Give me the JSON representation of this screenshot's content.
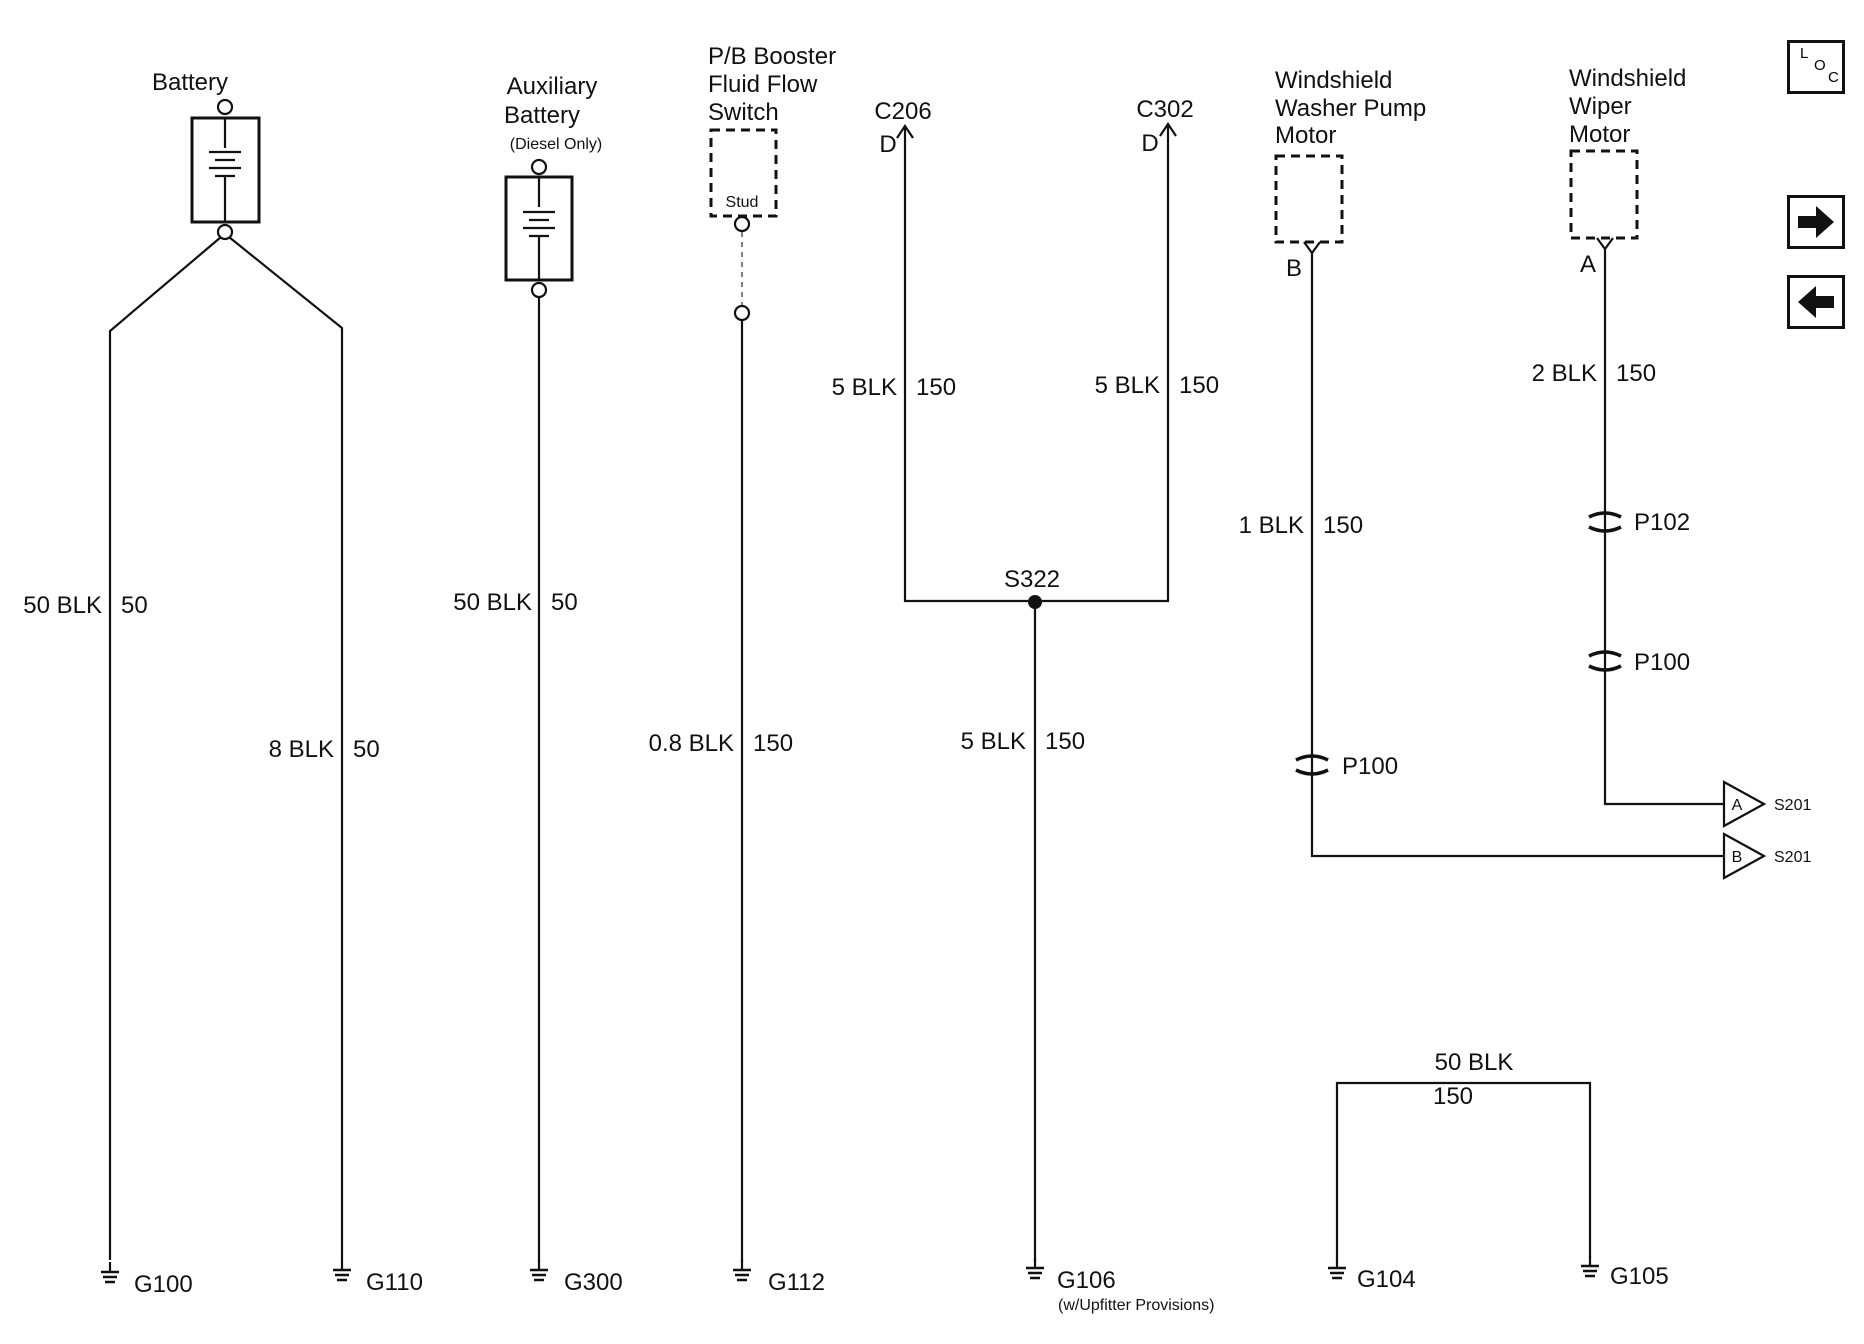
{
  "components": {
    "battery": "Battery",
    "aux_battery": [
      "Auxiliary",
      "Battery"
    ],
    "aux_battery_note": "(Diesel Only)",
    "pb_switch": [
      "P/B Booster",
      "Fluid Flow",
      "Switch"
    ],
    "pb_switch_stud": "Stud",
    "washer_motor": [
      "Windshield",
      "Washer Pump",
      "Motor"
    ],
    "wiper_motor": [
      "Windshield",
      "Wiper",
      "Motor"
    ]
  },
  "connectors": {
    "c206": "C206",
    "c206_pin": "D",
    "c302": "C302",
    "c302_pin": "D",
    "washer_pin": "B",
    "wiper_pin": "A",
    "p102": "P102",
    "p100_wiper": "P100",
    "p100_washer": "P100",
    "s201_a_letter": "A",
    "s201_a": "S201",
    "s201_b_letter": "B",
    "s201_b": "S201"
  },
  "splices": {
    "s322": "S322"
  },
  "wires": {
    "batt_left": {
      "size": "50 BLK",
      "circuit": "50"
    },
    "batt_right": {
      "size": "8 BLK",
      "circuit": "50"
    },
    "aux": {
      "size": "50 BLK",
      "circuit": "50"
    },
    "pb": {
      "size": "0.8 BLK",
      "circuit": "150"
    },
    "c206": {
      "size": "5 BLK",
      "circuit": "150"
    },
    "c302": {
      "size": "5 BLK",
      "circuit": "150"
    },
    "s322_down": {
      "size": "5 BLK",
      "circuit": "150"
    },
    "washer": {
      "size": "1 BLK",
      "circuit": "150"
    },
    "wiper": {
      "size": "2 BLK",
      "circuit": "150"
    },
    "g104_g105": {
      "size": "50 BLK",
      "circuit": "150"
    }
  },
  "grounds": {
    "g100": "G100",
    "g110": "G110",
    "g300": "G300",
    "g112": "G112",
    "g106": "G106",
    "g106_note": "(w/Upfitter Provisions)",
    "g104": "G104",
    "g105": "G105"
  },
  "nav": {
    "loc_l": "L",
    "loc_o": "O",
    "loc_c": "C",
    "next_icon": "arrow-right-icon",
    "prev_icon": "arrow-left-icon"
  }
}
